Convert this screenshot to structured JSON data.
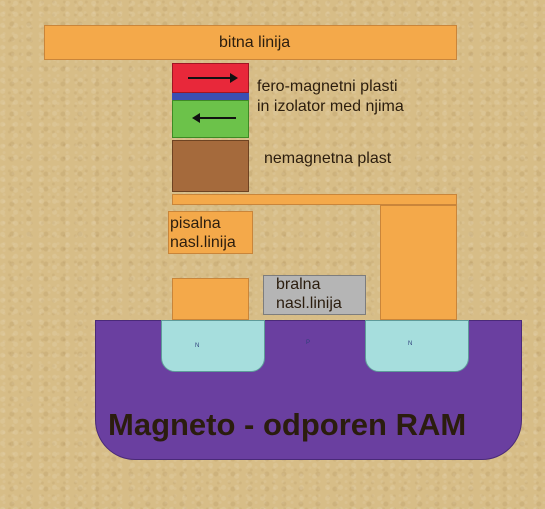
{
  "labels": {
    "bit_line": "bitna linija",
    "ferro_line1": "fero-magnetni plasti",
    "ferro_line2": "in izolator med njima",
    "nonmagnetic": "nemagnetna plast",
    "write_line1": "pisalna",
    "write_line2": "nasl.linija",
    "read_line1": "bralna",
    "read_line2": "nasl.linija",
    "n_left": "N",
    "p_mid": "P",
    "n_right": "N",
    "title": "Magneto - odporen RAM"
  },
  "colors": {
    "orange": "#f4a94a",
    "red_layer": "#e8283a",
    "blue_insulator": "#3b4fb3",
    "green_layer": "#6cc24a",
    "brown_layer": "#a56a3c",
    "substrate": "#6a3fa0",
    "n_well": "#a6dedd",
    "gray_line": "#b5b5b5",
    "title_text": "#2b1d0e"
  },
  "icons": {
    "top_arrow": "arrow-right-icon",
    "bottom_arrow": "arrow-left-icon"
  }
}
